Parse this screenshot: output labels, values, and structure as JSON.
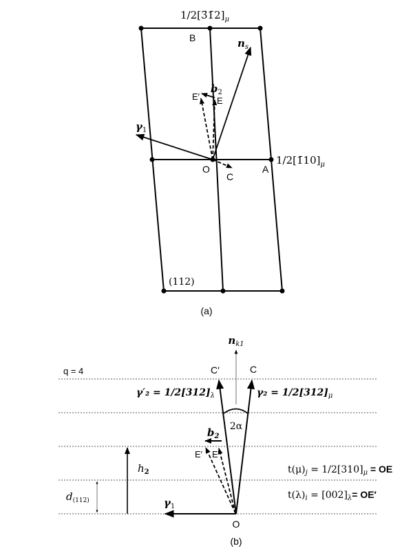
{
  "panel_a": {
    "caption": "(a)",
    "top_direction": "1/2[3̄1̄2]",
    "top_direction_sub": "μ",
    "right_direction": "1/2[1̄10]",
    "right_direction_sub": "μ",
    "plane": "(112)",
    "points": {
      "B": "B",
      "O": "O",
      "A": "A",
      "C": "C",
      "E": "E",
      "E_prime": "E′"
    },
    "vectors": {
      "ns": "n",
      "ns_sub": "s",
      "b2": "b",
      "b2_sub": "2",
      "gamma1": "γ",
      "gamma1_sub": "1"
    }
  },
  "panel_b": {
    "caption": "(b)",
    "q_label": "q = 4",
    "nk1": "n",
    "nk1_sub": "k1",
    "points": {
      "C_prime": "C′",
      "C": "C",
      "E_prime": "E′",
      "E": "E",
      "O": "O"
    },
    "gamma2_prime": "γ′₂ = 1/2[312]",
    "gamma2_prime_sub": "λ",
    "gamma2": "γ₂ = 1/2[312]",
    "gamma2_sub": "μ",
    "angle": "2α",
    "b2": "b",
    "b2_sub": "2",
    "h2": "h",
    "h2_sub": "2",
    "d112": "d",
    "d112_sub": "(112)",
    "gamma1": "γ",
    "gamma1_sub": "1",
    "t_mu": "t(μ)",
    "t_mu_sub": "j",
    "t_mu_eq": " = 1/2[310]",
    "t_mu_eq_sub": "μ",
    "t_mu_bold": " = OE",
    "t_lambda": "t(λ)",
    "t_lambda_sub": "i",
    "t_lambda_eq": " = [002]",
    "t_lambda_eq_sub": "λ",
    "t_lambda_bold": "= OE′"
  }
}
